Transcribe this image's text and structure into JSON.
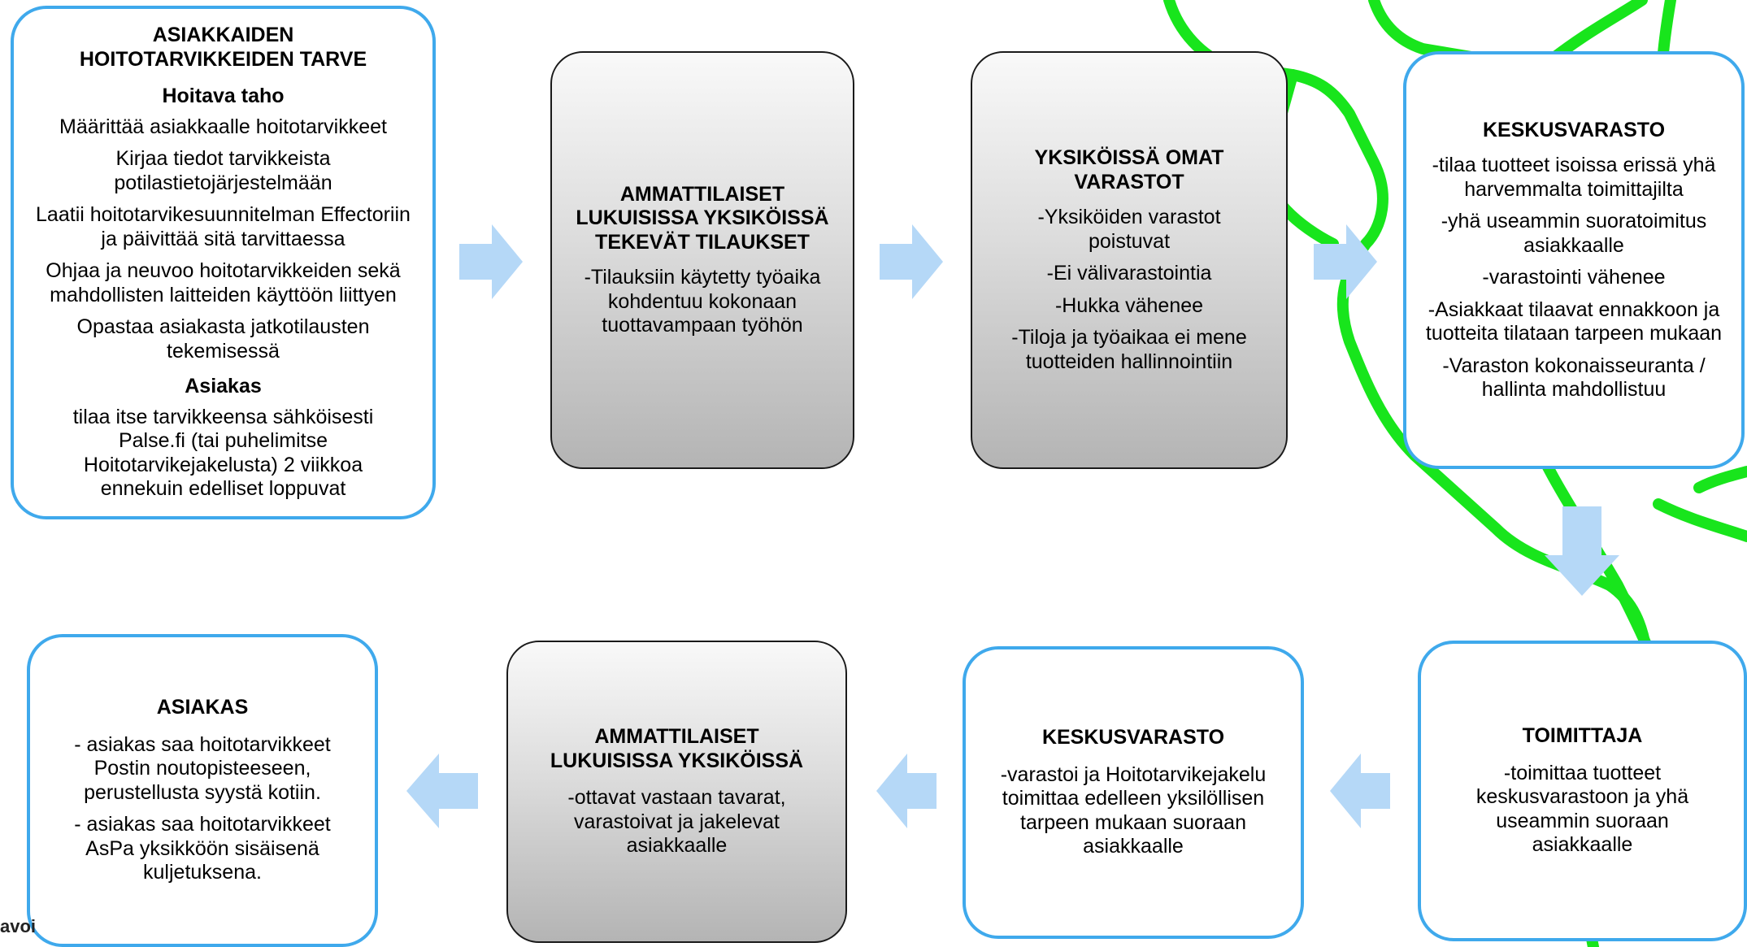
{
  "box1": {
    "title": "ASIAKKAIDEN HOITOTARVIKKEIDEN TARVE",
    "subtitle1": "Hoitava taho",
    "lines1": [
      "Määrittää asiakkaalle hoitotarvikkeet",
      "Kirjaa tiedot tarvikkeista potilastietojärjestelmään",
      "Laatii hoitotarvikesuunnitelman Effectoriin  ja päivittää sitä tarvittaessa",
      "Ohjaa ja neuvoo hoitotarvikkeiden sekä mahdollisten laitteiden käyttöön liittyen",
      "Opastaa asiakasta jatkotilausten tekemisessä"
    ],
    "subtitle2": "Asiakas",
    "lines2": [
      "tilaa itse tarvikkeensa sähköisesti Palse.fi (tai puhelimitse Hoitotarvikejakelusta) 2 viikkoa ennekuin edelliset loppuvat"
    ]
  },
  "box2": {
    "title": "AMMATTILAISET LUKUISISSA YKSIKÖISSÄ TEKEVÄT TILAUKSET",
    "lines": [
      "-Tilauksiin  käytetty työaika kohdentuu kokonaan tuottavampaan työhön"
    ]
  },
  "box3": {
    "title": "YKSIKÖISSÄ OMAT VARASTOT",
    "lines": [
      "-Yksiköiden  varastot poistuvat",
      "-Ei välivarastointia",
      "-Hukka vähenee",
      "-Tiloja ja työaikaa ei mene tuotteiden hallinnointiin"
    ]
  },
  "box4": {
    "title": "KESKUSVARASTO",
    "lines": [
      "-tilaa tuotteet isoissa erissä yhä harvemmalta toimittajilta",
      "-yhä useammin suoratoimitus asiakkaalle",
      "-varastointi vähenee",
      "-Asiakkaat tilaavat ennakkoon ja tuotteita tilataan tarpeen mukaan",
      "-Varaston kokonaisseuranta / hallinta mahdollistuu"
    ]
  },
  "box5": {
    "title": "TOIMITTAJA",
    "lines": [
      "-toimittaa tuotteet keskusvarastoon ja yhä useammin suoraan asiakkaalle"
    ]
  },
  "box6": {
    "title": "KESKUSVARASTO",
    "lines": [
      "-varastoi ja Hoitotarvikejakelu toimittaa  edelleen yksilöllisen tarpeen mukaan suoraan asiakkaalle"
    ]
  },
  "box7": {
    "title": "AMMATTILAISET LUKUISISSA YKSIKÖISSÄ",
    "lines": [
      "-ottavat vastaan tavarat, varastoivat ja jakelevat asiakkaalle"
    ]
  },
  "box8": {
    "title": "ASIAKAS",
    "lines": [
      "- asiakas saa hoitotarvikkeet Postin noutopisteeseen, perustellusta syystä kotiin.",
      "- asiakas saa hoitotarvikkeet AsPa yksikköön sisäisenä kuljetuksena."
    ]
  },
  "corner_text": "avoi",
  "colors": {
    "blue_border": "#3fa9ec",
    "arrow": "#b5d8f7",
    "green_line": "#18e51c",
    "grey_border": "#1a1a1a"
  }
}
